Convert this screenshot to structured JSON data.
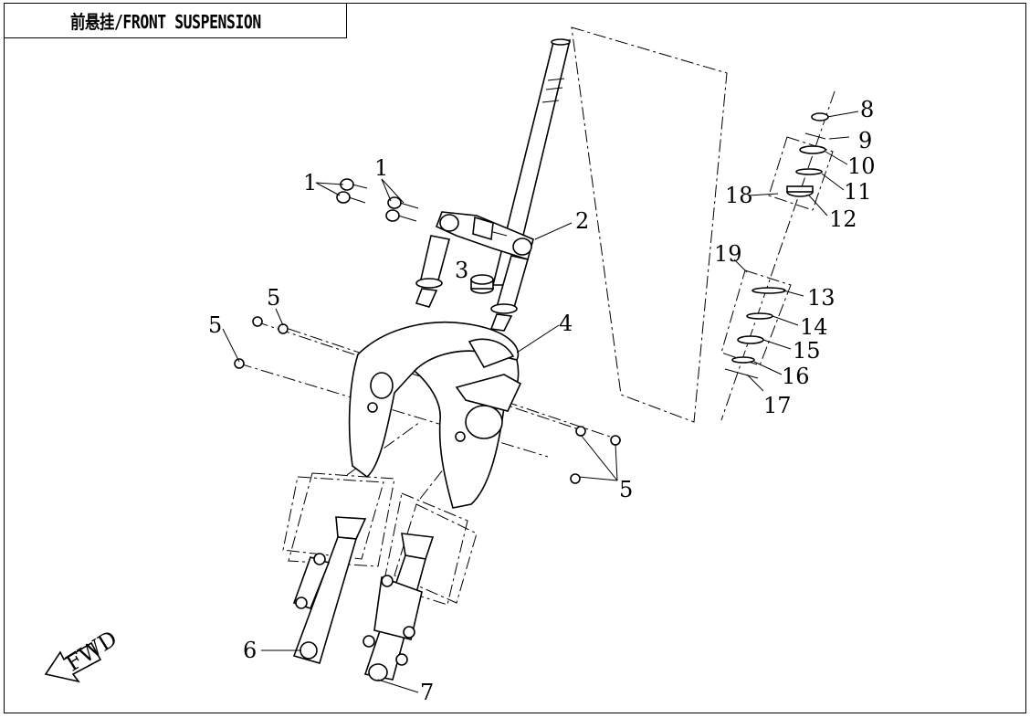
{
  "title": "前悬挂/FRONT SUSPENSION",
  "fwd_label": "FWD",
  "callouts": {
    "c1a": "1",
    "c1b": "1",
    "c2": "2",
    "c3": "3",
    "c4": "4",
    "c5a": "5",
    "c5b": "5",
    "c5c": "5",
    "c6": "6",
    "c7": "7",
    "c8": "8",
    "c9": "9",
    "c10": "10",
    "c11": "11",
    "c12": "12",
    "c13": "13",
    "c14": "14",
    "c15": "15",
    "c16": "16",
    "c17": "17",
    "c18": "18",
    "c19": "19"
  },
  "colors": {
    "ink": "#000000",
    "paper": "#ffffff"
  }
}
